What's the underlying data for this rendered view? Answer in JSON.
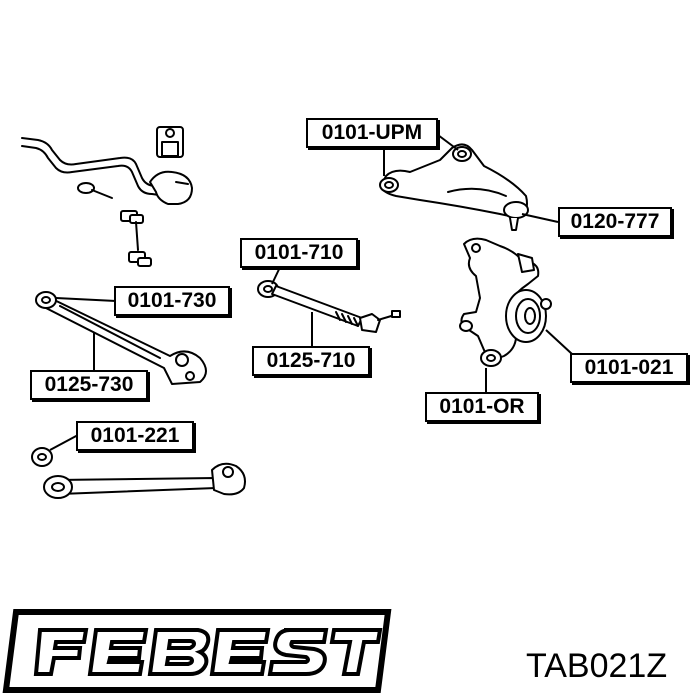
{
  "callouts": {
    "upper_arm_bushing": "0101-UPM",
    "ball_joint": "0120-777",
    "lateral_link_bushing": "0101-710",
    "lateral_link": "0125-710",
    "trailing_arm_bushing": "0101-730",
    "trailing_arm": "0125-730",
    "hub_bushing": "0101-021",
    "knuckle_bushing": "0101-OR",
    "lower_link_bushing": "0101-221"
  },
  "brand": {
    "logo_text": "FEBEST",
    "part_number": "TAB021Z"
  },
  "colors": {
    "ink": "#000000",
    "background": "#ffffff"
  }
}
